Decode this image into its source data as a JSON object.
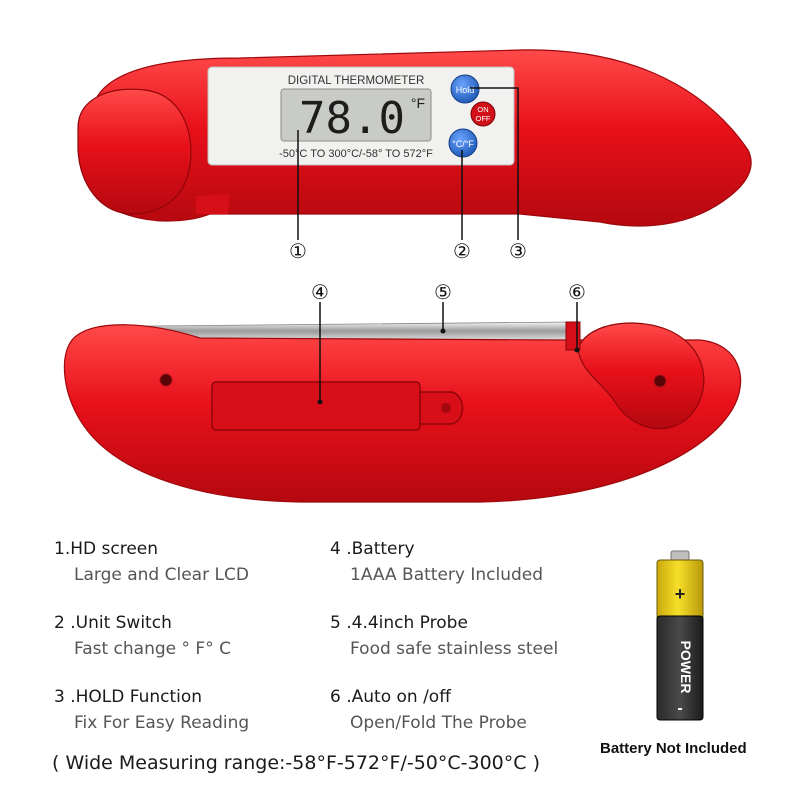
{
  "device_top": {
    "panel_title": "DIGITAL THERMOMETER",
    "lcd_reading": "78.0",
    "lcd_unit": "°F",
    "range_label": "-50°C TO 300°C/-58° TO 572°F",
    "btn_hold": "Hold",
    "btn_onoff_top": "ON",
    "btn_onoff_bottom": "OFF",
    "btn_unit": "°C/°F"
  },
  "callouts": [
    "①",
    "②",
    "③",
    "④",
    "⑤",
    "⑥"
  ],
  "features": [
    {
      "title": "1.HD screen",
      "desc": "Large and Clear LCD"
    },
    {
      "title": "2 .Unit Switch",
      "desc": "Fast change  °  F°  C"
    },
    {
      "title": "3 .HOLD Function",
      "desc": "Fix For Easy Reading"
    },
    {
      "title": "4 .Battery",
      "desc": "1AAA Battery Included"
    },
    {
      "title": "5 .4.4inch Probe",
      "desc": "Food safe stainless steel"
    },
    {
      "title": "6 .Auto on /off",
      "desc": "Open/Fold The Probe"
    }
  ],
  "battery": {
    "label_power": "POWER",
    "plus": "+",
    "minus": "-",
    "note": "Battery Not Included"
  },
  "footnote": "( Wide Measuring range:-58°F-572°F/-50°C-300°C )",
  "colors": {
    "body_red": "#e8101a",
    "lcd_bg": "#c9ccc6",
    "button_blue": "#2a6fd1",
    "battery_yellow": "#f3d41a"
  }
}
